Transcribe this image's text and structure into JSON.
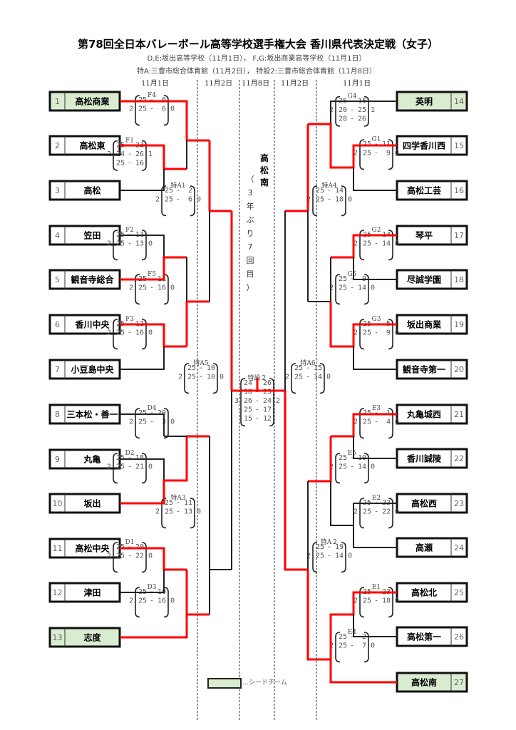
{
  "title": "第78回全日本バレーボール高等学校選手権大会 香川県代表決定戦（女子）",
  "venues": [
    "D,E:坂出高等学校（11月1日）， F,G:坂出商業高等学校（11月1日）",
    "特A:三豊市総合体育館（11月2日）， 特設2:三豊市総合体育館（11月8日）"
  ],
  "day_headers": [
    "11月1日",
    "11月2日",
    "11月8日",
    "11月2日",
    "11月1日"
  ],
  "colors": {
    "winner_line": "#ff0000",
    "line": "#222222",
    "seed_fill": "#d9ecd0"
  },
  "champion": {
    "name_chars": [
      "高",
      "松",
      "南"
    ],
    "note_chars": [
      "（",
      "3",
      "年",
      "ぶ",
      "り",
      "7",
      "回",
      "目",
      "）"
    ]
  },
  "legend": {
    "label": "…シードチーム"
  },
  "teams": [
    {
      "num": "1",
      "name": "高松商業",
      "seed": true,
      "side": "left"
    },
    {
      "num": "2",
      "name": "高松東",
      "seed": false,
      "side": "left"
    },
    {
      "num": "3",
      "name": "高松",
      "seed": false,
      "side": "left"
    },
    {
      "num": "4",
      "name": "笠田",
      "seed": false,
      "side": "left"
    },
    {
      "num": "5",
      "name": "観音寺総合",
      "seed": false,
      "side": "left"
    },
    {
      "num": "6",
      "name": "香川中央",
      "seed": false,
      "side": "left"
    },
    {
      "num": "7",
      "name": "小豆島中央",
      "seed": false,
      "side": "left"
    },
    {
      "num": "8",
      "name": "三本松・善一",
      "seed": false,
      "side": "left"
    },
    {
      "num": "9",
      "name": "丸亀",
      "seed": false,
      "side": "left"
    },
    {
      "num": "10",
      "name": "坂出",
      "seed": false,
      "side": "left"
    },
    {
      "num": "11",
      "name": "高松中央",
      "seed": false,
      "side": "left"
    },
    {
      "num": "12",
      "name": "津田",
      "seed": false,
      "side": "left"
    },
    {
      "num": "13",
      "name": "志度",
      "seed": true,
      "side": "left"
    },
    {
      "num": "14",
      "name": "英明",
      "seed": true,
      "side": "right"
    },
    {
      "num": "15",
      "name": "四学香川西",
      "seed": false,
      "side": "right"
    },
    {
      "num": "16",
      "name": "高松工芸",
      "seed": false,
      "side": "right"
    },
    {
      "num": "17",
      "name": "琴平",
      "seed": false,
      "side": "right"
    },
    {
      "num": "18",
      "name": "尽誠学園",
      "seed": false,
      "side": "right"
    },
    {
      "num": "19",
      "name": "坂出商業",
      "seed": false,
      "side": "right"
    },
    {
      "num": "20",
      "name": "観音寺第一",
      "seed": false,
      "side": "right"
    },
    {
      "num": "21",
      "name": "丸亀城西",
      "seed": false,
      "side": "right"
    },
    {
      "num": "22",
      "name": "香川誠陵",
      "seed": false,
      "side": "right"
    },
    {
      "num": "23",
      "name": "高松西",
      "seed": false,
      "side": "right"
    },
    {
      "num": "24",
      "name": "高瀬",
      "seed": false,
      "side": "right"
    },
    {
      "num": "25",
      "name": "高松北",
      "seed": false,
      "side": "right"
    },
    {
      "num": "26",
      "name": "高松第一",
      "seed": false,
      "side": "right"
    },
    {
      "num": "27",
      "name": "高松南",
      "seed": true,
      "side": "right"
    }
  ],
  "matches": [
    {
      "id": "F1",
      "label": "F1",
      "sets": [
        [
          "25",
          "23"
        ],
        [
          "24",
          "26"
        ],
        [
          "25",
          "16"
        ]
      ],
      "won_a": "2",
      "won_b": "1"
    },
    {
      "id": "F4",
      "label": "F4",
      "sets": [
        [
          "25",
          "6"
        ],
        [
          "25",
          "6"
        ]
      ],
      "won_a": "2",
      "won_b": "0"
    },
    {
      "id": "F2",
      "label": "F2",
      "sets": [
        [
          "25",
          "11"
        ],
        [
          "25",
          "13"
        ]
      ],
      "won_a": "2",
      "won_b": "0"
    },
    {
      "id": "F3",
      "label": "F3",
      "sets": [
        [
          "25",
          "12"
        ],
        [
          "25",
          "16"
        ]
      ],
      "won_a": "2",
      "won_b": "0"
    },
    {
      "id": "F5",
      "label": "F5",
      "sets": [
        [
          "25",
          "11"
        ],
        [
          "25",
          "16"
        ]
      ],
      "won_a": "2",
      "won_b": "0"
    },
    {
      "id": "A1",
      "label": "特A1",
      "sets": [
        [
          "25",
          "2"
        ],
        [
          "25",
          "6"
        ]
      ],
      "won_a": "2",
      "won_b": "0"
    },
    {
      "id": "A5",
      "label": "特A5",
      "sets": [
        [
          "25",
          "10"
        ],
        [
          "25",
          "10"
        ]
      ],
      "won_a": "2",
      "won_b": "0"
    },
    {
      "id": "D4",
      "label": "D4",
      "sets": [
        [
          "25",
          "20"
        ],
        [
          "25",
          "3"
        ]
      ],
      "won_a": "2",
      "won_b": "0"
    },
    {
      "id": "D2",
      "label": "D2",
      "sets": [
        [
          "25",
          "18"
        ],
        [
          "25",
          "21"
        ]
      ],
      "won_a": "2",
      "won_b": "0"
    },
    {
      "id": "A3",
      "label": "特A3",
      "sets": [
        [
          "25",
          "11"
        ],
        [
          "25",
          "13"
        ]
      ],
      "won_a": "2",
      "won_b": "0"
    },
    {
      "id": "D1",
      "label": "D1",
      "sets": [
        [
          "25",
          "20"
        ],
        [
          "25",
          "22"
        ]
      ],
      "won_a": "2",
      "won_b": "0"
    },
    {
      "id": "D3",
      "label": "D3",
      "sets": [
        [
          "25",
          "10"
        ],
        [
          "25",
          "16"
        ]
      ],
      "won_a": "2",
      "won_b": "0"
    },
    {
      "id": "G4",
      "label": "G4",
      "sets": [
        [
          "25",
          "15"
        ],
        [
          "20",
          "25"
        ],
        [
          "28",
          "26"
        ]
      ],
      "won_a": "2",
      "won_b": "1"
    },
    {
      "id": "G1",
      "label": "G1",
      "sets": [
        [
          "25",
          "11"
        ],
        [
          "25",
          "9"
        ]
      ],
      "won_a": "2",
      "won_b": "0"
    },
    {
      "id": "A4",
      "label": "特A4",
      "sets": [
        [
          "25",
          "14"
        ],
        [
          "25",
          "18"
        ]
      ],
      "won_a": "2",
      "won_b": "0"
    },
    {
      "id": "G2",
      "label": "G2",
      "sets": [
        [
          "25",
          "14"
        ],
        [
          "25",
          "14"
        ]
      ],
      "won_a": "2",
      "won_b": "0"
    },
    {
      "id": "G5",
      "label": "G5",
      "sets": [
        [
          "25",
          "9"
        ],
        [
          "25",
          "14"
        ]
      ],
      "won_a": "2",
      "won_b": "0"
    },
    {
      "id": "G3",
      "label": "G3",
      "sets": [
        [
          "25",
          "5"
        ],
        [
          "25",
          "9"
        ]
      ],
      "won_a": "2",
      "won_b": "0"
    },
    {
      "id": "A6",
      "label": "特A6",
      "sets": [
        [
          "25",
          "15"
        ],
        [
          "25",
          "14"
        ]
      ],
      "won_a": "2",
      "won_b": "0"
    },
    {
      "id": "E3",
      "label": "E3",
      "sets": [
        [
          "25",
          "1"
        ],
        [
          "25",
          "4"
        ]
      ],
      "won_a": "2",
      "won_b": "0"
    },
    {
      "id": "E5",
      "label": "E5",
      "sets": [
        [
          "25",
          "10"
        ],
        [
          "25",
          "14"
        ]
      ],
      "won_a": "2",
      "won_b": "0"
    },
    {
      "id": "E2",
      "label": "E2",
      "sets": [
        [
          "25",
          "22"
        ],
        [
          "25",
          "22"
        ]
      ],
      "won_a": "2",
      "won_b": "0"
    },
    {
      "id": "A2",
      "label": "特A２",
      "sets": [
        [
          "25",
          "19"
        ],
        [
          "25",
          "14"
        ]
      ],
      "won_a": "2",
      "won_b": "0"
    },
    {
      "id": "E1",
      "label": "E1",
      "sets": [
        [
          "25",
          "23"
        ],
        [
          "25",
          "18"
        ]
      ],
      "won_a": "2",
      "won_b": "0"
    },
    {
      "id": "E4",
      "label": "E4",
      "sets": [
        [
          "25",
          "2"
        ],
        [
          "25",
          "7"
        ]
      ],
      "won_a": "2",
      "won_b": "0"
    },
    {
      "id": "FINAL",
      "label": "特設２",
      "sets": [
        [
          "24",
          "26"
        ],
        [
          "18",
          "25"
        ],
        [
          "26",
          "24"
        ],
        [
          "25",
          "17"
        ],
        [
          "15",
          "12"
        ]
      ],
      "won_a": "3",
      "won_b": "2"
    }
  ]
}
